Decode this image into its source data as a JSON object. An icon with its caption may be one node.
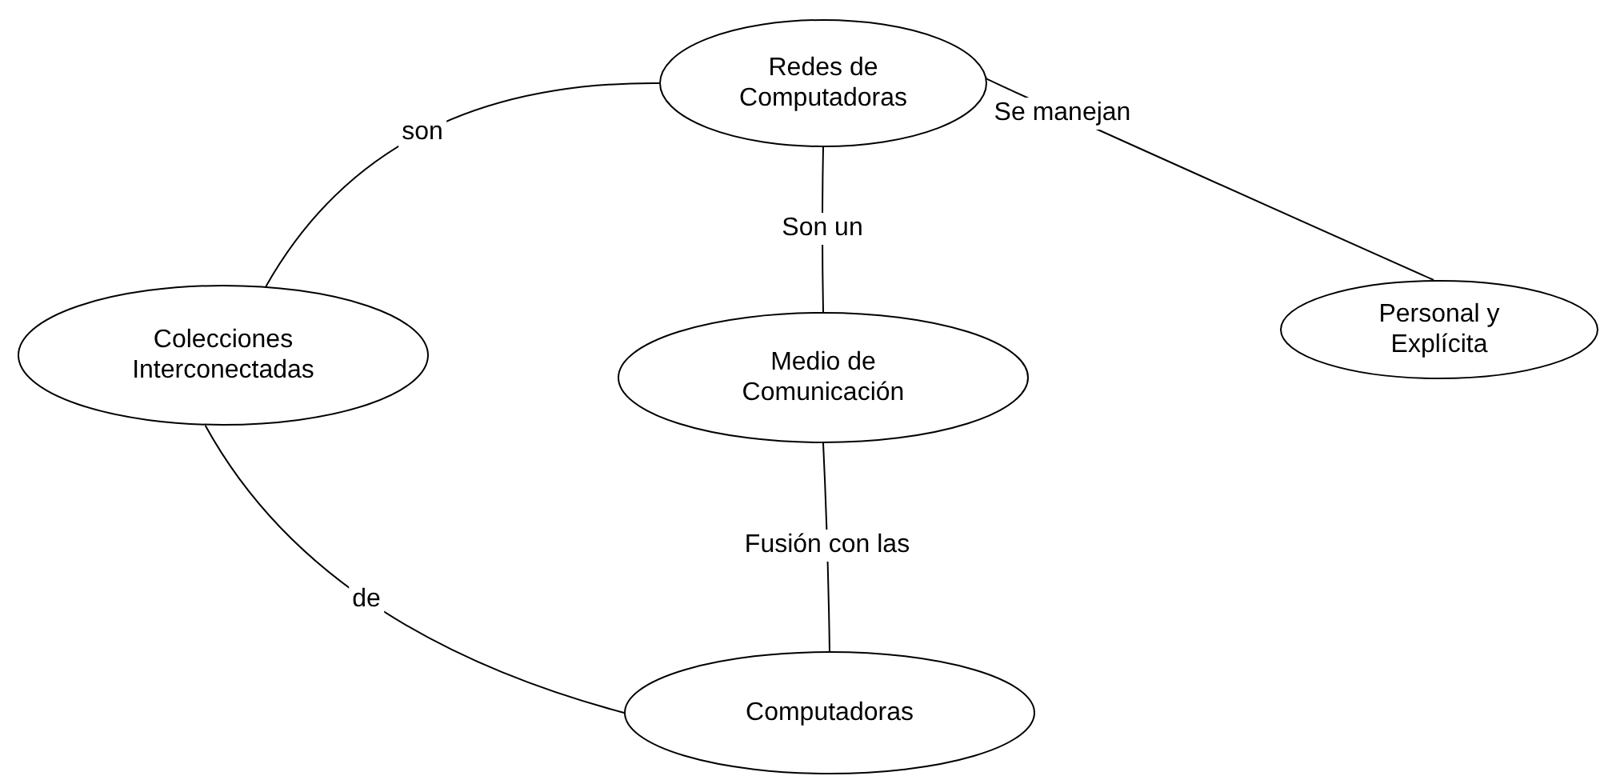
{
  "diagram": {
    "nodes": [
      {
        "text": [
          "Redes de Computadoras"
        ]
      },
      {
        "text": [
          "Colecciones Interconectadas"
        ]
      },
      {
        "text": [
          "Medio de Comunicación"
        ]
      },
      {
        "text": [
          "Personal y Explícita"
        ]
      },
      {
        "text": [
          "Computadoras"
        ]
      }
    ],
    "edges": [
      {
        "from": 0,
        "to": 1,
        "arrow": "none",
        "label": "son"
      },
      {
        "from": 0,
        "to": 2,
        "arrow": "none",
        "label": "Son un"
      },
      {
        "from": 0,
        "to": 3,
        "arrow": "none",
        "label": "Se manejan"
      },
      {
        "from": 1,
        "to": 4,
        "arrow": "none",
        "label": "de"
      },
      {
        "from": 2,
        "to": 4,
        "arrow": "none",
        "label": "Fusión con las"
      }
    ]
  }
}
